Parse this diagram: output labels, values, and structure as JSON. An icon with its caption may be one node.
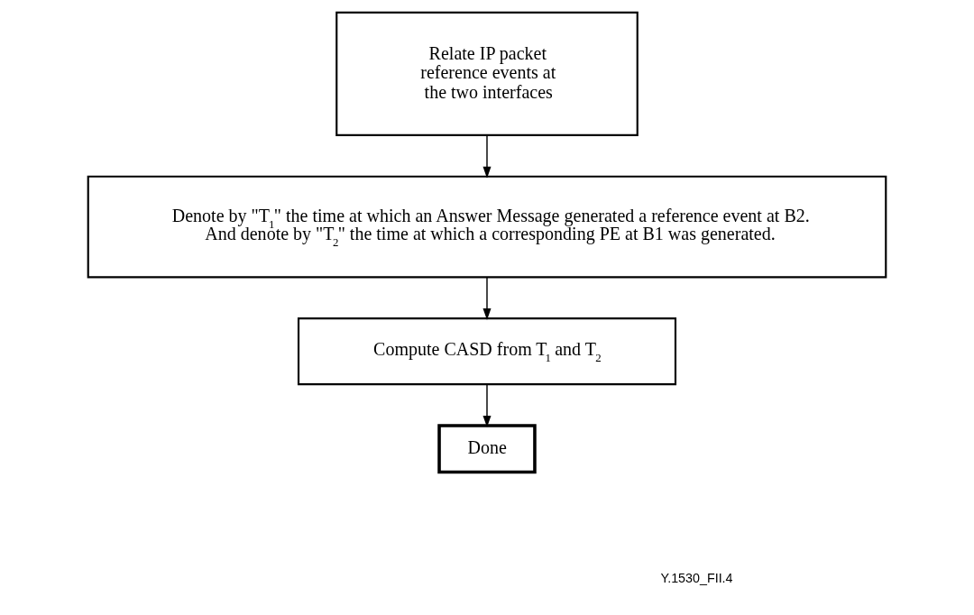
{
  "diagram": {
    "nodes": [
      {
        "text": [
          "Relate IP packet reference events at the two interfaces"
        ]
      },
      {
        "text": [
          "Denote by \"T$_{1}$\" the time at which an Answer Message generated a reference event at B2. And denote by \"T$_{2}$\" the time at which a corresponding PE at B1 was generated."
        ]
      },
      {
        "text": [
          "Compute CASD from T$_{1}$ and T$_{2}$"
        ]
      },
      {
        "text": [
          "Done"
        ]
      }
    ],
    "edges": [
      {
        "from": 0,
        "to": 1,
        "arrow": "to"
      },
      {
        "from": 1,
        "to": 2,
        "arrow": "to"
      },
      {
        "from": 2,
        "to": 3,
        "arrow": "to"
      }
    ],
    "labels": [
      "Y.1530_FII.4"
    ]
  }
}
